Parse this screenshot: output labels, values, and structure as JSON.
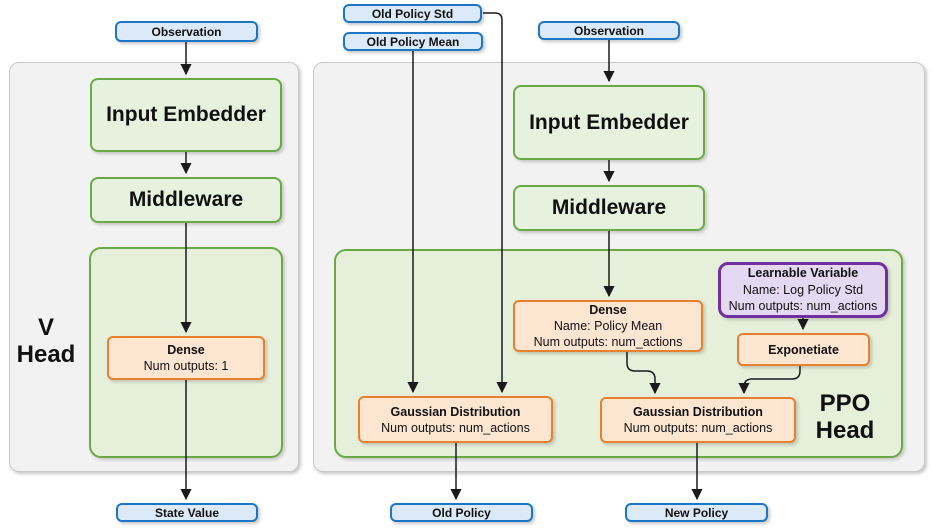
{
  "diagram": {
    "left": {
      "input_terminal": "Observation",
      "head_label_line1": "V",
      "head_label_line2": "Head",
      "input_embedder": "Input Embedder",
      "middleware": "Middleware",
      "dense_title": "Dense",
      "dense_outputs": "Num outputs: 1",
      "output_terminal": "State Value"
    },
    "right": {
      "old_policy_std_terminal": "Old Policy Std",
      "old_policy_mean_terminal": "Old Policy Mean",
      "input_terminal": "Observation",
      "head_label_line1": "PPO",
      "head_label_line2": "Head",
      "input_embedder": "Input Embedder",
      "middleware": "Middleware",
      "dense_title": "Dense",
      "dense_name": "Name: Policy Mean",
      "dense_outputs": "Num outputs: num_actions",
      "learnable_title": "Learnable Variable",
      "learnable_name": "Name: Log Policy Std",
      "learnable_outputs": "Num outputs: num_actions",
      "exponetiate": "Exponetiate",
      "gaussian_old_title": "Gaussian Distribution",
      "gaussian_old_outputs": "Num outputs: num_actions",
      "gaussian_new_title": "Gaussian Distribution",
      "gaussian_new_outputs": "Num outputs: num_actions",
      "old_policy_terminal": "Old Policy",
      "new_policy_terminal": "New Policy"
    },
    "colors": {
      "terminal_fill": "#dbe9f8",
      "terminal_border": "#1c76c6",
      "green_fill": "#e7f2de",
      "green_border": "#6aaa46",
      "container_green_fill": "#e5efda",
      "orange_fill": "#fce5d1",
      "orange_border": "#e8802e",
      "purple_fill": "#e5d8f3",
      "purple_border": "#7030a0",
      "panel_fill": "#f2f2f2",
      "panel_border": "#c9c9c9",
      "wire_color": "#1a1a1a"
    }
  }
}
